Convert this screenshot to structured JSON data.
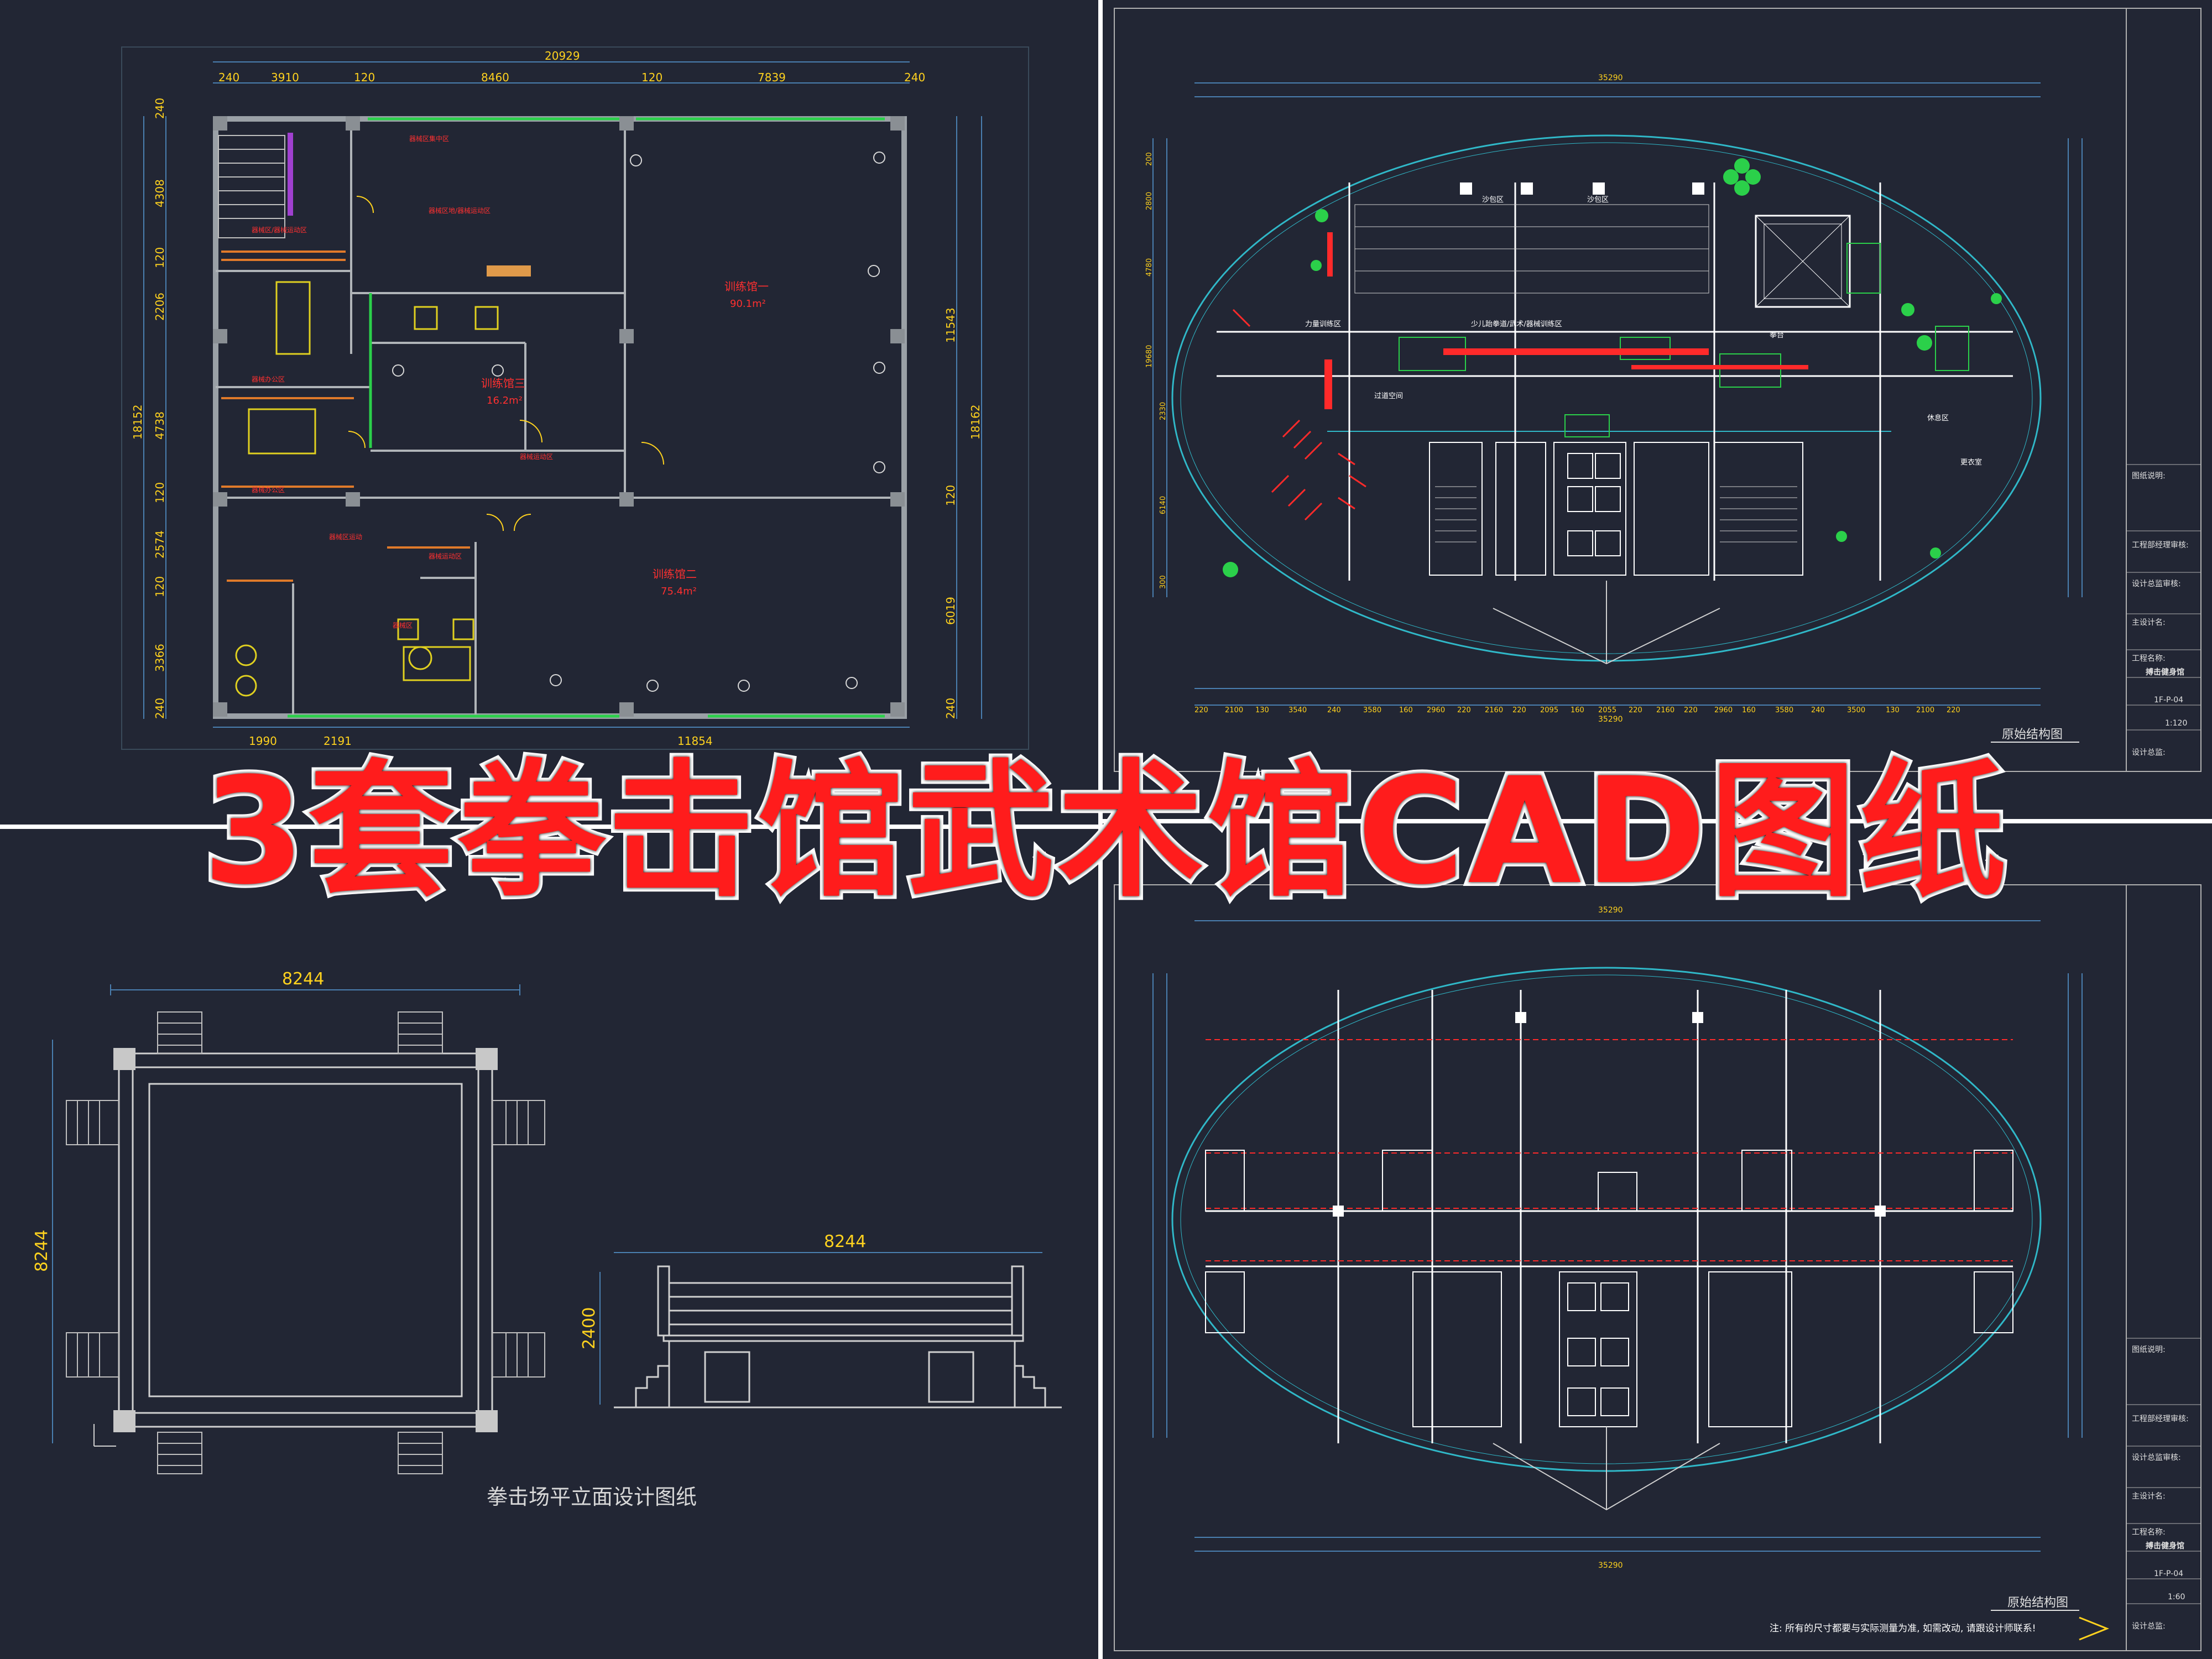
{
  "banner": {
    "title": "3套拳击馆武术馆CAD图纸"
  },
  "floorplan_left": {
    "dims_top": [
      "20929",
      "240",
      "3910",
      "120",
      "8460",
      "120",
      "7839",
      "240"
    ],
    "dims_left": [
      "240",
      "4308",
      "120",
      "2206",
      "18152",
      "4738",
      "120",
      "2574",
      "120",
      "3366",
      "240"
    ],
    "dims_right": [
      "11543",
      "18162",
      "120",
      "6019",
      "240"
    ],
    "dims_bottom": [
      "1990",
      "2191",
      "11854"
    ],
    "rooms": {
      "hall1": "训练馆一",
      "hall1_area": "90.1m²",
      "hall2": "训练馆二",
      "hall2_area": "75.4m²",
      "hall3": "训练馆三",
      "hall3_area": "16.2m²"
    }
  },
  "ring_drawing": {
    "plan_width": "8244",
    "plan_height": "8244",
    "elev_width": "8244",
    "elev_height": "2400",
    "caption": "拳击场平立面设计图纸"
  },
  "sheet_top": {
    "overall_dim": "35290",
    "bottom_dims": [
      "220",
      "2100",
      "130",
      "3540",
      "240",
      "3580",
      "160",
      "2960",
      "220",
      "2160",
      "220",
      "2095",
      "160",
      "2055",
      "220",
      "2160",
      "220",
      "2960",
      "160",
      "3580",
      "240",
      "3500",
      "130",
      "2100",
      "220"
    ],
    "left_dims": [
      "200",
      "2800",
      "4780",
      "19680",
      "2330",
      "6140",
      "300"
    ],
    "zones": [
      "沙包区",
      "沙包区",
      "力量训练区",
      "少儿跆拳道/武术/器械训练区",
      "过道空间",
      "拳台",
      "休息区",
      "更衣室"
    ],
    "caption": "原始结构图",
    "title_block": {
      "notes_label": "图纸说明:",
      "manager": "工程部经理审核:",
      "designer_review": "设计总监审核:",
      "director": "主设计名:",
      "project_label": "工程名称:",
      "project_name": "搏击健身馆",
      "sheet_no": "1F-P-04",
      "scale": "1:120",
      "designer": "设计总监:"
    }
  },
  "sheet_bottom": {
    "overall_dim": "35290",
    "caption": "原始结构图",
    "note": "注: 所有的尺寸都要与实际测量为准, 如需改动, 请跟设计师联系!",
    "title_block": {
      "notes_label": "图纸说明:",
      "manager": "工程部经理审核:",
      "designer_review": "设计总监审核:",
      "director": "主设计名:",
      "project_label": "工程名称:",
      "project_name": "搏击健身馆",
      "sheet_no": "1F-P-04",
      "scale": "1:60",
      "designer": "设计总监:"
    }
  }
}
